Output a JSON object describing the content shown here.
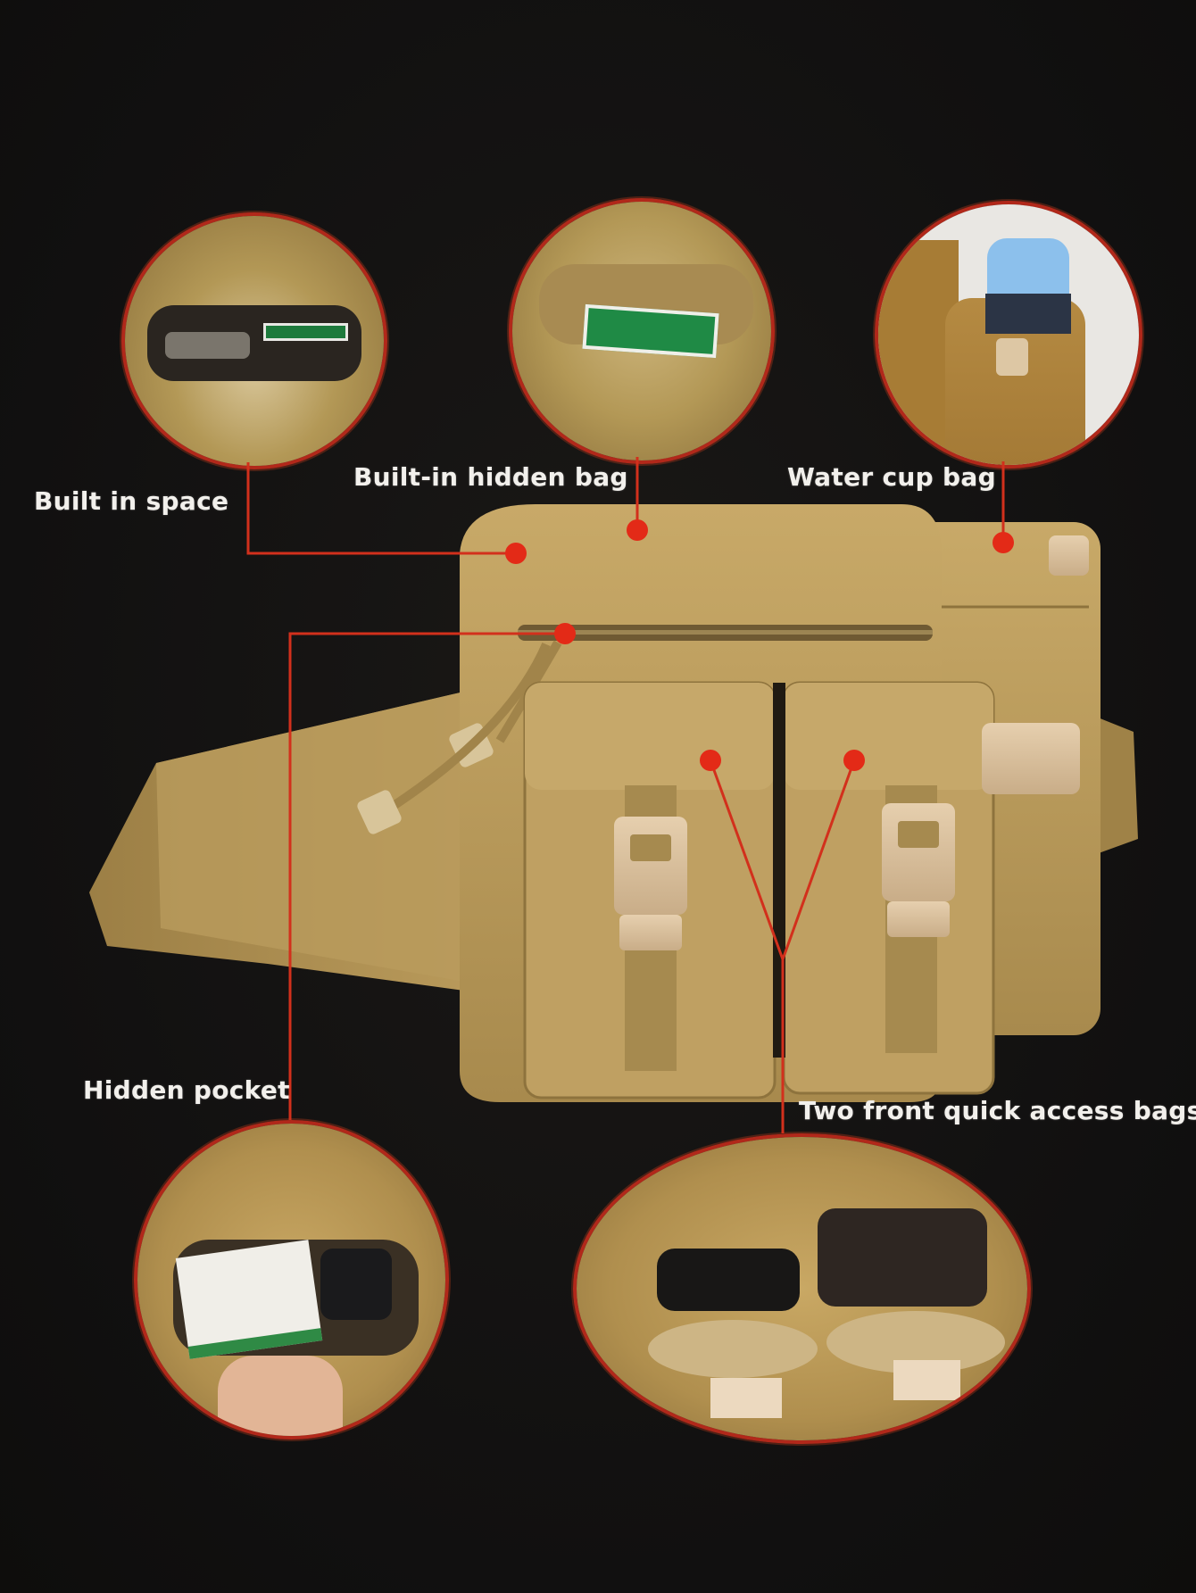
{
  "infographic": {
    "background": "#121110",
    "accent_color": "#e32a17",
    "bag_color": "#b99a5b",
    "callouts": [
      {
        "id": "built-in-space",
        "label": "Built in space"
      },
      {
        "id": "built-in-hidden-bag",
        "label": "Built-in hidden bag"
      },
      {
        "id": "water-cup-bag",
        "label": "Water cup bag"
      },
      {
        "id": "hidden-pocket",
        "label": "Hidden pocket"
      },
      {
        "id": "two-front-quick-access-bags",
        "label": "Two front quick access bags"
      }
    ]
  }
}
